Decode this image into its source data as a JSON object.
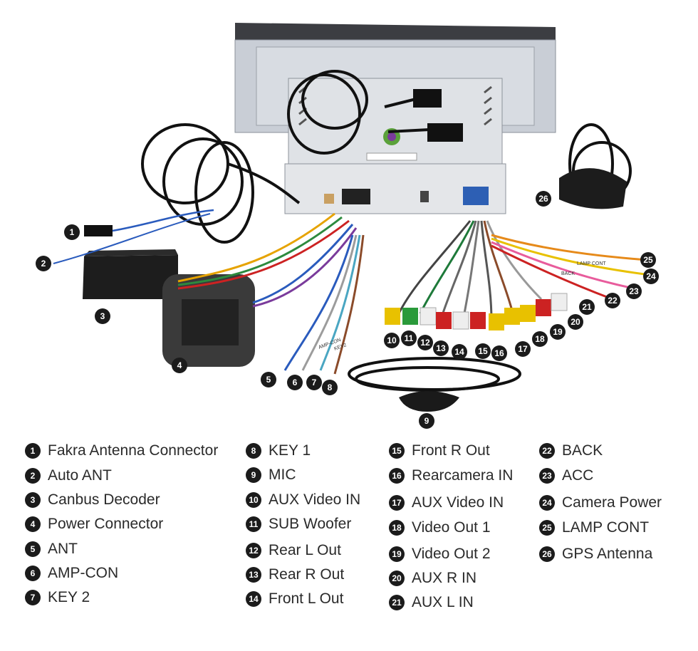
{
  "callouts": [
    "1",
    "2",
    "3",
    "4",
    "5",
    "6",
    "7",
    "8",
    "9",
    "10",
    "11",
    "12",
    "13",
    "14",
    "15",
    "16",
    "17",
    "18",
    "19",
    "20",
    "21",
    "22",
    "23",
    "24",
    "25",
    "26"
  ],
  "tiny_labels": {
    "key2_tag": "KEY2",
    "amp_tag": "AMP-CON",
    "back_tag": "BACK",
    "lamp_tag": "LAMP CONT"
  },
  "legend": {
    "col1": [
      {
        "n": "1",
        "label": "Fakra Antenna Connector"
      },
      {
        "n": "2",
        "label": "Auto ANT"
      },
      {
        "n": "3",
        "label": "Canbus Decoder"
      },
      {
        "n": "4",
        "label": "Power Connector"
      },
      {
        "n": "5",
        "label": "ANT"
      },
      {
        "n": "6",
        "label": "AMP-CON"
      },
      {
        "n": "7",
        "label": "KEY 2"
      }
    ],
    "col2": [
      {
        "n": "8",
        "label": "KEY 1"
      },
      {
        "n": "9",
        "label": "MIC"
      },
      {
        "n": "10",
        "label": "AUX Video IN"
      },
      {
        "n": "11",
        "label": "SUB Woofer"
      },
      {
        "n": "12",
        "label": "Rear L Out"
      },
      {
        "n": "13",
        "label": "Rear R Out"
      },
      {
        "n": "14",
        "label": "Front L Out"
      }
    ],
    "col3": [
      {
        "n": "15",
        "label": "Front R Out"
      },
      {
        "n": "16",
        "label": "Rearcamera IN"
      },
      {
        "n": "17",
        "label": "AUX Video IN"
      },
      {
        "n": "18",
        "label": "Video Out 1"
      },
      {
        "n": "19",
        "label": "Video Out 2"
      },
      {
        "n": "20",
        "label": "AUX R IN"
      },
      {
        "n": "21",
        "label": "AUX L IN"
      }
    ],
    "col4": [
      {
        "n": "22",
        "label": "BACK"
      },
      {
        "n": "23",
        "label": "ACC"
      },
      {
        "n": "24",
        "label": "Camera Power"
      },
      {
        "n": "25",
        "label": "LAMP CONT"
      },
      {
        "n": "26",
        "label": "GPS Antenna"
      }
    ]
  }
}
